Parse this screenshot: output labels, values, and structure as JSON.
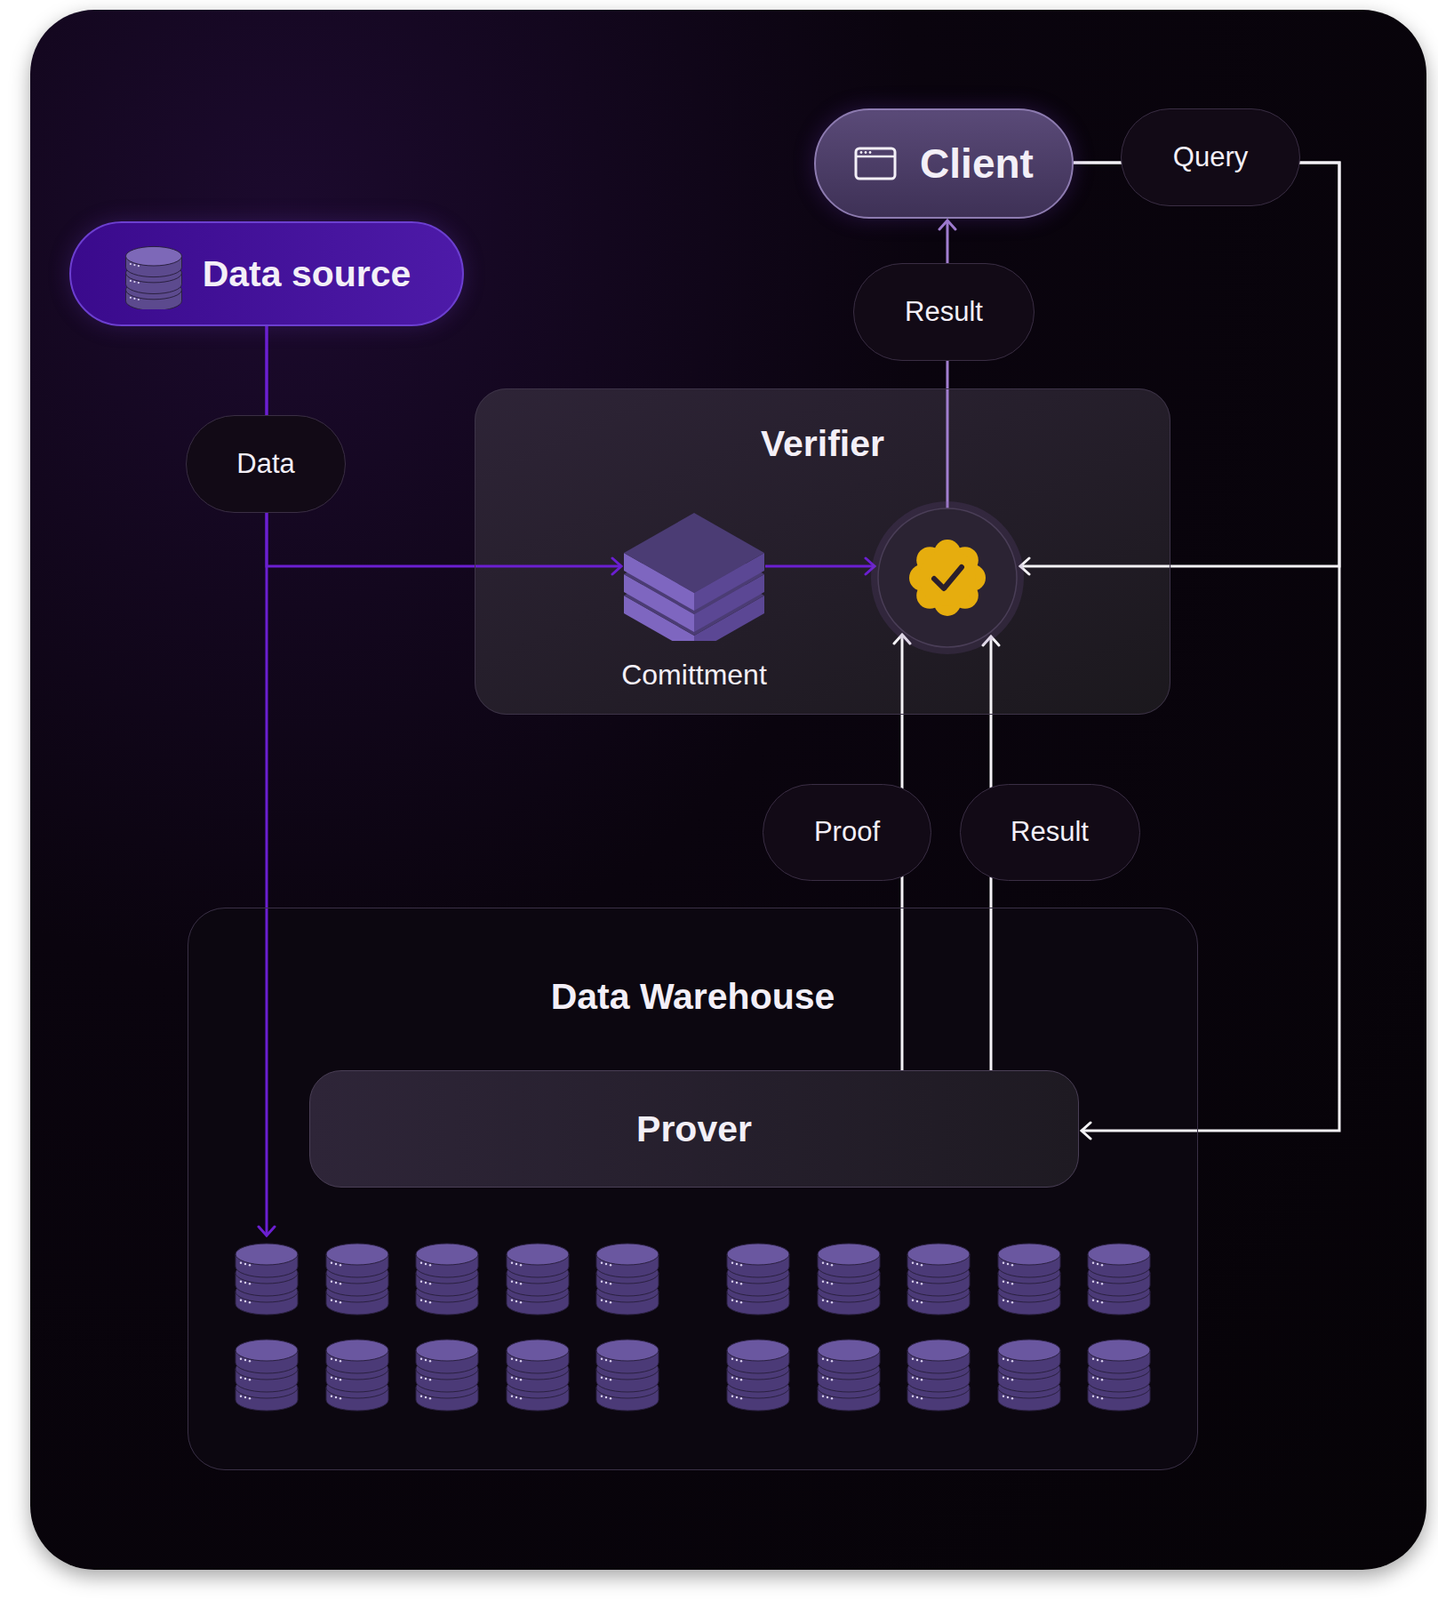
{
  "diagram": {
    "nodes": [
      {
        "text": [
          "Client"
        ]
      },
      {
        "text": [
          "Data source"
        ]
      },
      {
        "text": [
          "Verifier"
        ]
      },
      {
        "text": [
          "Comittment"
        ],
        "in": 2
      },
      {
        "text": [
          "Data Warehouse"
        ]
      },
      {
        "text": [
          "Prover"
        ],
        "in": 4
      }
    ],
    "edges": [
      {
        "from": 1,
        "to": 4,
        "label": "Data",
        "arrow": "to"
      },
      {
        "from": 1,
        "to": 3,
        "arrow": "to"
      },
      {
        "from": 3,
        "to": 2,
        "arrow": "to"
      },
      {
        "from": 5,
        "to": 2,
        "label": "Proof",
        "arrow": "to"
      },
      {
        "from": 5,
        "to": 2,
        "label": "Result",
        "arrow": "to"
      },
      {
        "from": 2,
        "to": 0,
        "label": "Result",
        "arrow": "to"
      },
      {
        "from": 0,
        "to": 5,
        "label": "Query",
        "arrow": "to"
      },
      {
        "from": 0,
        "to": 2,
        "arrow": "to"
      }
    ]
  }
}
